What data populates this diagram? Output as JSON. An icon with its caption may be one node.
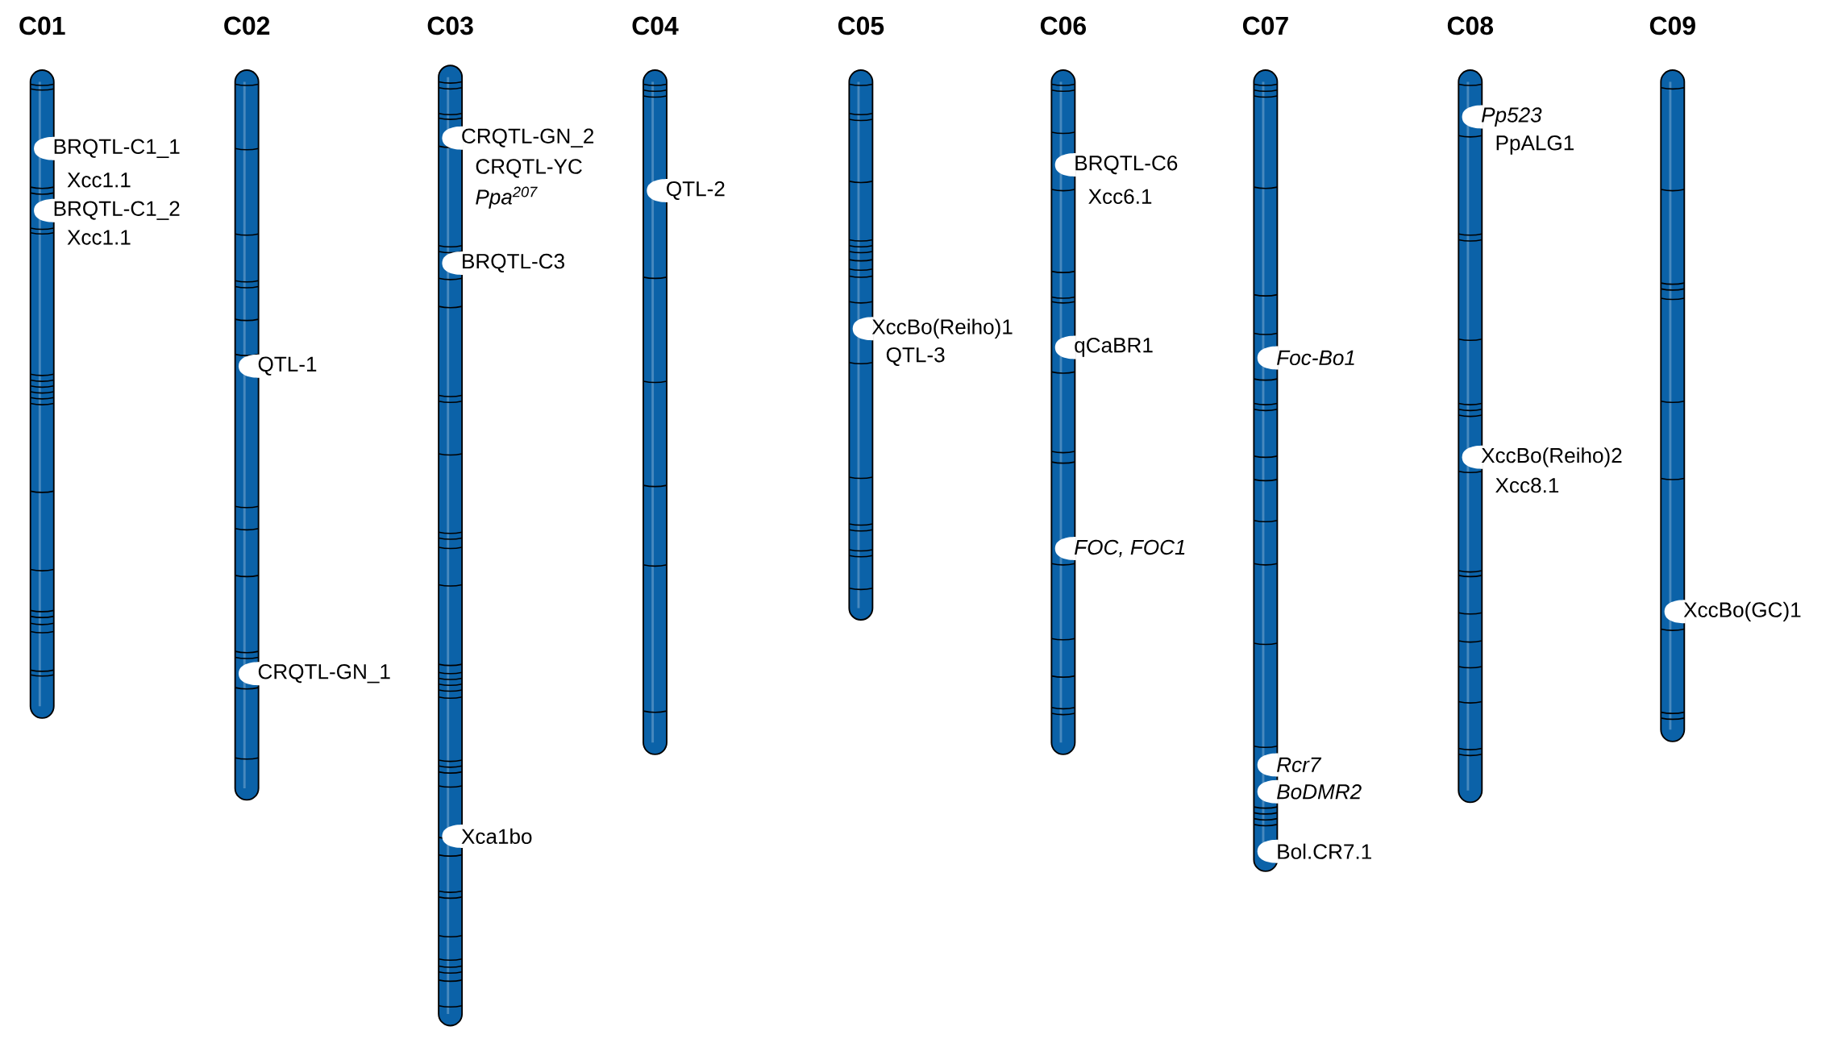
{
  "diagram": {
    "nodes": [
      {
        "text": [
          "C01"
        ],
        "beside": [
          "BRQTL-C1_1",
          "Xcc1.1",
          "BRQTL-C1_2",
          "Xcc1.1"
        ]
      },
      {
        "text": [
          "C02"
        ],
        "beside": [
          "QTL-1",
          "CRQTL-GN_1"
        ]
      },
      {
        "text": [
          "C03"
        ],
        "beside": [
          "CRQTL-GN_2",
          "CRQTL-YC",
          "Ppa$^{207}$",
          "BRQTL-C3",
          "Xca1bo"
        ]
      },
      {
        "text": [
          "C04"
        ],
        "beside": [
          "QTL-2"
        ]
      },
      {
        "text": [
          "C05"
        ],
        "beside": [
          "XccBo(Reiho)1",
          "QTL-3"
        ]
      },
      {
        "text": [
          "C06"
        ],
        "beside": [
          "BRQTL-C6",
          "Xcc6.1",
          "qCaBR1",
          "FOC, FOC1"
        ]
      },
      {
        "text": [
          "C07"
        ],
        "beside": [
          "Foc-Bo1",
          "Rcr7",
          "BoDMR2",
          "Bol.CR7.1"
        ]
      },
      {
        "text": [
          "C08"
        ],
        "beside": [
          "Pp523",
          "PpALG1",
          "XccBo(Reiho)2",
          "Xcc8.1"
        ]
      },
      {
        "text": [
          "C09"
        ],
        "beside": [
          "XccBo(GC)1"
        ]
      }
    ]
  }
}
